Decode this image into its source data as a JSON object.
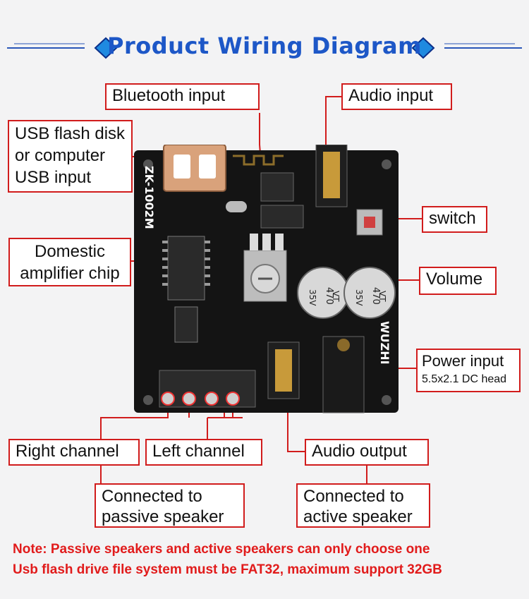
{
  "title": "Product Wiring Diagram",
  "labels": {
    "bluetooth_input": "Bluetooth input",
    "audio_input": "Audio input",
    "usb_input_l1": "USB flash disk",
    "usb_input_l2": "or computer",
    "usb_input_l3": "USB  input",
    "switch": "switch",
    "amp_chip_l1": "Domestic",
    "amp_chip_l2": "amplifier chip",
    "volume": "Volume",
    "power_input_l1": "Power input",
    "power_input_l2": "5.5x2.1 DC head",
    "right_channel": "Right channel",
    "left_channel": "Left channel",
    "audio_output": "Audio output",
    "passive_l1": "Connected to",
    "passive_l2": "passive speaker",
    "active_l1": "Connected to",
    "active_l2": "active speaker"
  },
  "board": {
    "model": "ZK-1002M",
    "brand": "WUZHI",
    "cap_value": "470",
    "cap_voltage": "35V",
    "cap_series": "VT"
  },
  "notes": [
    "Note: Passive speakers and active speakers can only choose one",
    "Usb flash drive file system must be FAT32, maximum support 32GB"
  ],
  "colors": {
    "title": "#1d57c7",
    "label_border": "#d11c1c",
    "note": "#e11b1b",
    "board": "#141414"
  }
}
